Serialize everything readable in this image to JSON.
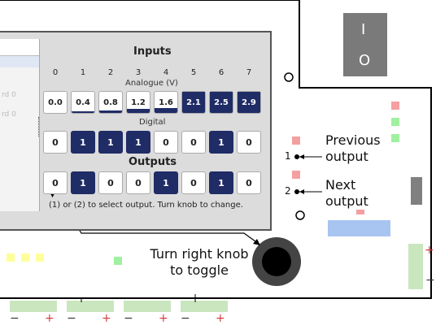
{
  "panel": {
    "inputs_title": "Inputs",
    "channels": [
      "0",
      "1",
      "2",
      "3",
      "4",
      "5",
      "6",
      "7"
    ],
    "analogue_label": "Analogue (V)",
    "analogue_values": [
      "0.0",
      "0.4",
      "0.8",
      "1.2",
      "1.6",
      "2.1",
      "2.5",
      "2.9"
    ],
    "analogue_fill": [
      0.0,
      0.14,
      0.28,
      0.41,
      0.55,
      0.72,
      0.86,
      1.0
    ],
    "digital_label": "Digital",
    "digital_values": [
      "0",
      "1",
      "1",
      "1",
      "0",
      "0",
      "1",
      "0"
    ],
    "outputs_title": "Outputs",
    "output_values": [
      "0",
      "1",
      "0",
      "0",
      "1",
      "0",
      "1",
      "0"
    ],
    "hint": "(1) or (2) to select output. Turn knob to change.",
    "sidebar_lines": [
      "rd 0",
      "rd 0"
    ]
  },
  "annotations": {
    "previous_line1": "Previous",
    "previous_line2": "output",
    "previous_num": "1",
    "next_line1": "Next",
    "next_line2": "output",
    "next_num": "2",
    "knob_line1": "Turn right knob",
    "knob_line2": "to toggle"
  },
  "switch": {
    "on_label": "I",
    "off_label": "O"
  },
  "colors": {
    "dark_cell": "#1f2c66",
    "led_red": "#f4a0a0",
    "led_green": "#a0f0a0",
    "led_yellow": "#ffff9a",
    "blue_display": "#a8c4f0"
  }
}
